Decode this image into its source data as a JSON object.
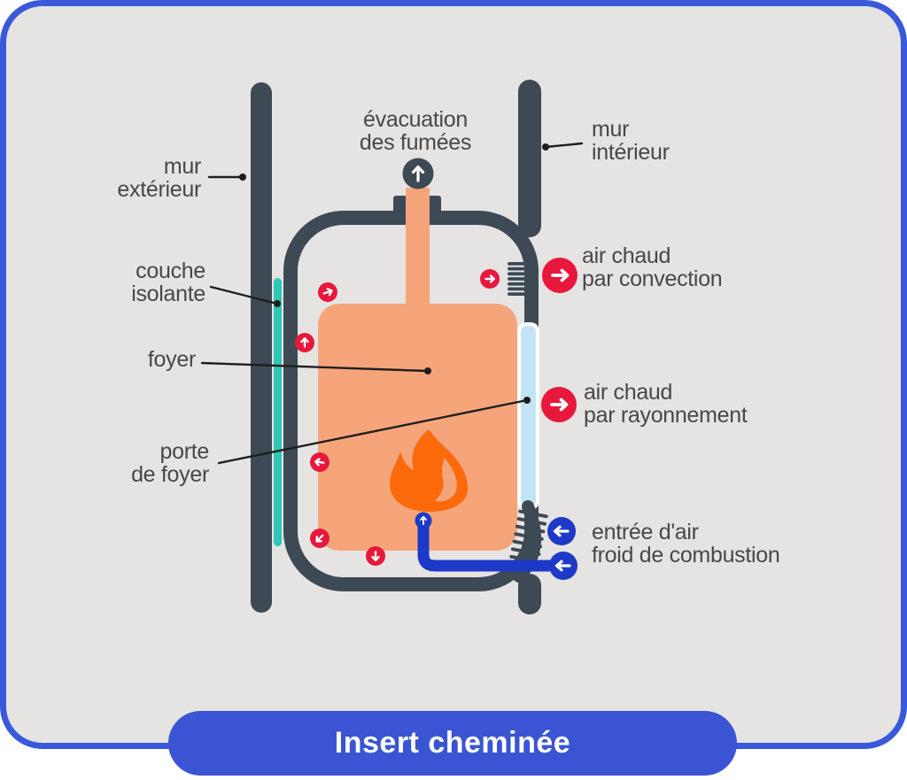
{
  "title": "Insert cheminée",
  "labels": {
    "evacuation_fumees": {
      "lines": [
        "évacuation",
        "des fumées"
      ]
    },
    "mur_exterieur": {
      "lines": [
        "mur",
        "extérieur"
      ]
    },
    "mur_interieur": {
      "lines": [
        "mur",
        "intérieur"
      ]
    },
    "couche_isolante": {
      "lines": [
        "couche",
        "isolante"
      ]
    },
    "foyer": {
      "lines": [
        "foyer"
      ]
    },
    "porte_de_foyer": {
      "lines": [
        "porte",
        "de foyer"
      ]
    },
    "air_chaud_convection": {
      "lines": [
        "air chaud",
        "par convection"
      ]
    },
    "air_chaud_rayonnement": {
      "lines": [
        "air chaud",
        "par rayonnement"
      ]
    },
    "entree_air_froid": {
      "lines": [
        "entrée d'air",
        "froid de combustion"
      ]
    }
  },
  "icons": {
    "smoke_arrow": "↑",
    "hot_air_arrows": "→ ↑ ← ↙ ↓",
    "convection_arrow": "→",
    "rayonnement_arrow": "→",
    "cold_air_arrows": "←",
    "flame": "flame-shape"
  },
  "colors": {
    "card_background": "#E5E4E2",
    "frame_blue": "#3A59DA",
    "title_pill_blue": "#3A54D4",
    "wall_slate": "#3D4A55",
    "firebox_orange": "#F6A57B",
    "flame_orange": "#FA6A0A",
    "insulation_teal": "#2FC8B9",
    "glass_blue": "#C2E4F7",
    "hot_air_red": "#E8173C",
    "cold_air_blue": "#1C39C8",
    "label_text": "#484848",
    "title_text": "#FFFFFF"
  }
}
